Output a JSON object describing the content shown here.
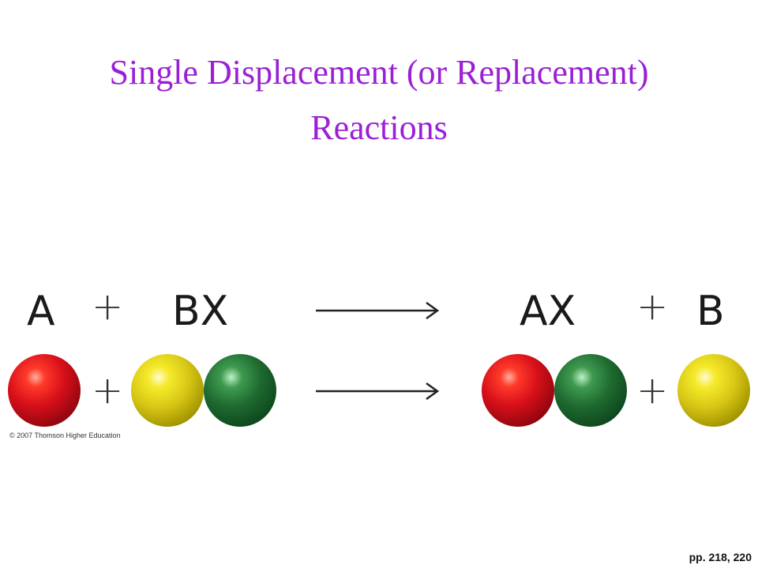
{
  "title": {
    "line1": "Single Displacement (or Replacement)",
    "line2": "Reactions"
  },
  "equation": {
    "reactant_element": "A",
    "reactant_compound": "BX",
    "product_compound": "AX",
    "product_element": "B",
    "plus": "+"
  },
  "ball_colors": {
    "red": "#d8101a",
    "yellow": "#d8c716",
    "green": "#1f6a30"
  },
  "copyright": "© 2007 Thomson Higher Education",
  "page_ref": "pp. 218, 220"
}
